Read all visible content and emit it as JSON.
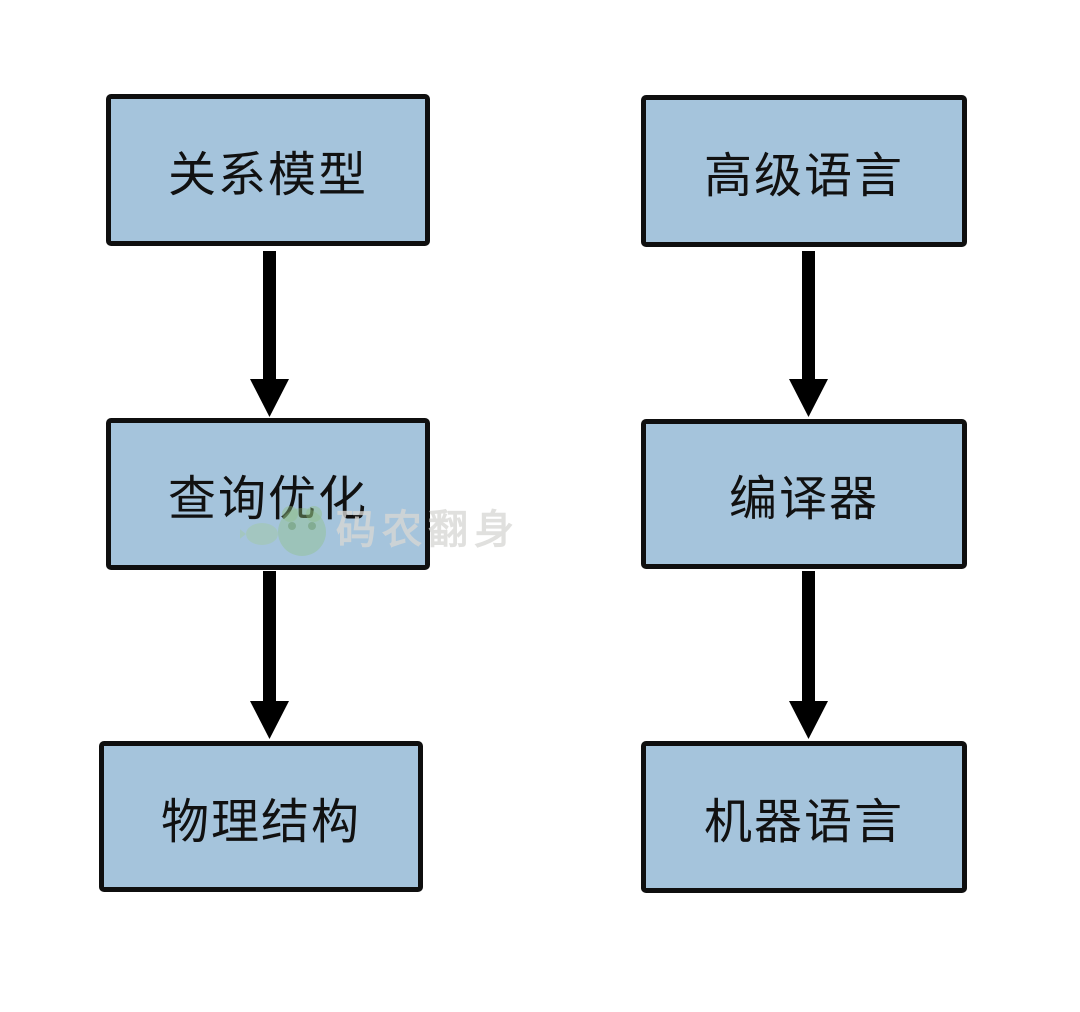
{
  "page": {
    "background_color": "#ffffff"
  },
  "diagram": {
    "type": "flowchart",
    "node_style": {
      "fill_color": "#a5c4dc",
      "border_color": "#0f0f0f",
      "text_color": "#111111"
    },
    "arrow_color": "#000000",
    "columns": [
      {
        "id": "left-flow",
        "nodes": [
          {
            "label": "关系模型"
          },
          {
            "label": "查询优化"
          },
          {
            "label": "物理结构"
          }
        ]
      },
      {
        "id": "right-flow",
        "nodes": [
          {
            "label": "高级语言"
          },
          {
            "label": "编译器"
          },
          {
            "label": "机器语言"
          }
        ]
      }
    ]
  },
  "watermark": {
    "text": "码农翻身",
    "text_color": "#d8d8d5",
    "icon": "frog-mascot-icon"
  }
}
